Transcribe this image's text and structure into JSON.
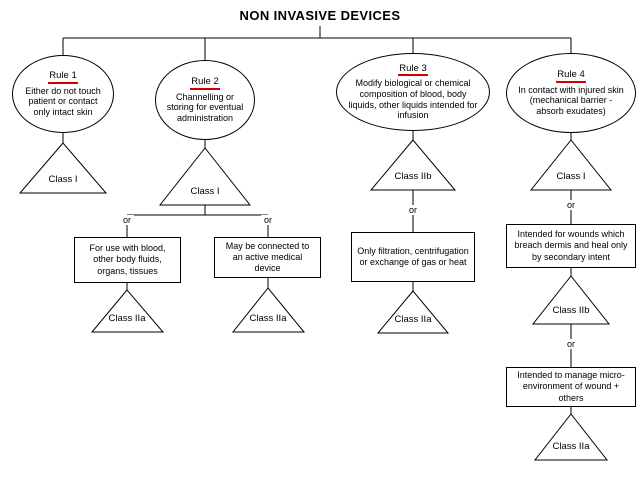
{
  "title": "NON INVASIVE DEVICES",
  "labels": {
    "or": "or"
  },
  "colors": {
    "rule_underline": "#d40000",
    "line": "#000000",
    "background": "#ffffff"
  },
  "rules": [
    {
      "name": "Rule 1",
      "description": "Either do not touch patient or contact only intact skin",
      "class_label": "Class I",
      "branches": []
    },
    {
      "name": "Rule 2",
      "description": "Channelling or storing for eventual administration",
      "class_label": "Class I",
      "branches": [
        {
          "condition": "For use with blood, other body fluids, organs, tissues",
          "class_label": "Class IIa"
        },
        {
          "condition": "May be connected to an active medical device",
          "class_label": "Class IIa"
        }
      ]
    },
    {
      "name": "Rule 3",
      "description": "Modify biological or chemical composition of blood, body liquids, other liquids intended for infusion",
      "class_label": "Class IIb",
      "branches": [
        {
          "condition": "Only filtration, centrifugation or exchange of gas or heat",
          "class_label": "Class IIa"
        }
      ]
    },
    {
      "name": "Rule 4",
      "description": "In contact with injured skin (mechanical barrier - absorb exudates)",
      "class_label": "Class I",
      "branches": [
        {
          "condition": "Intended for wounds which breach dermis and heal only by secondary intent",
          "class_label": "Class IIb"
        },
        {
          "condition": "Intended to manage micro-environment of wound + others",
          "class_label": "Class IIa"
        }
      ]
    }
  ]
}
